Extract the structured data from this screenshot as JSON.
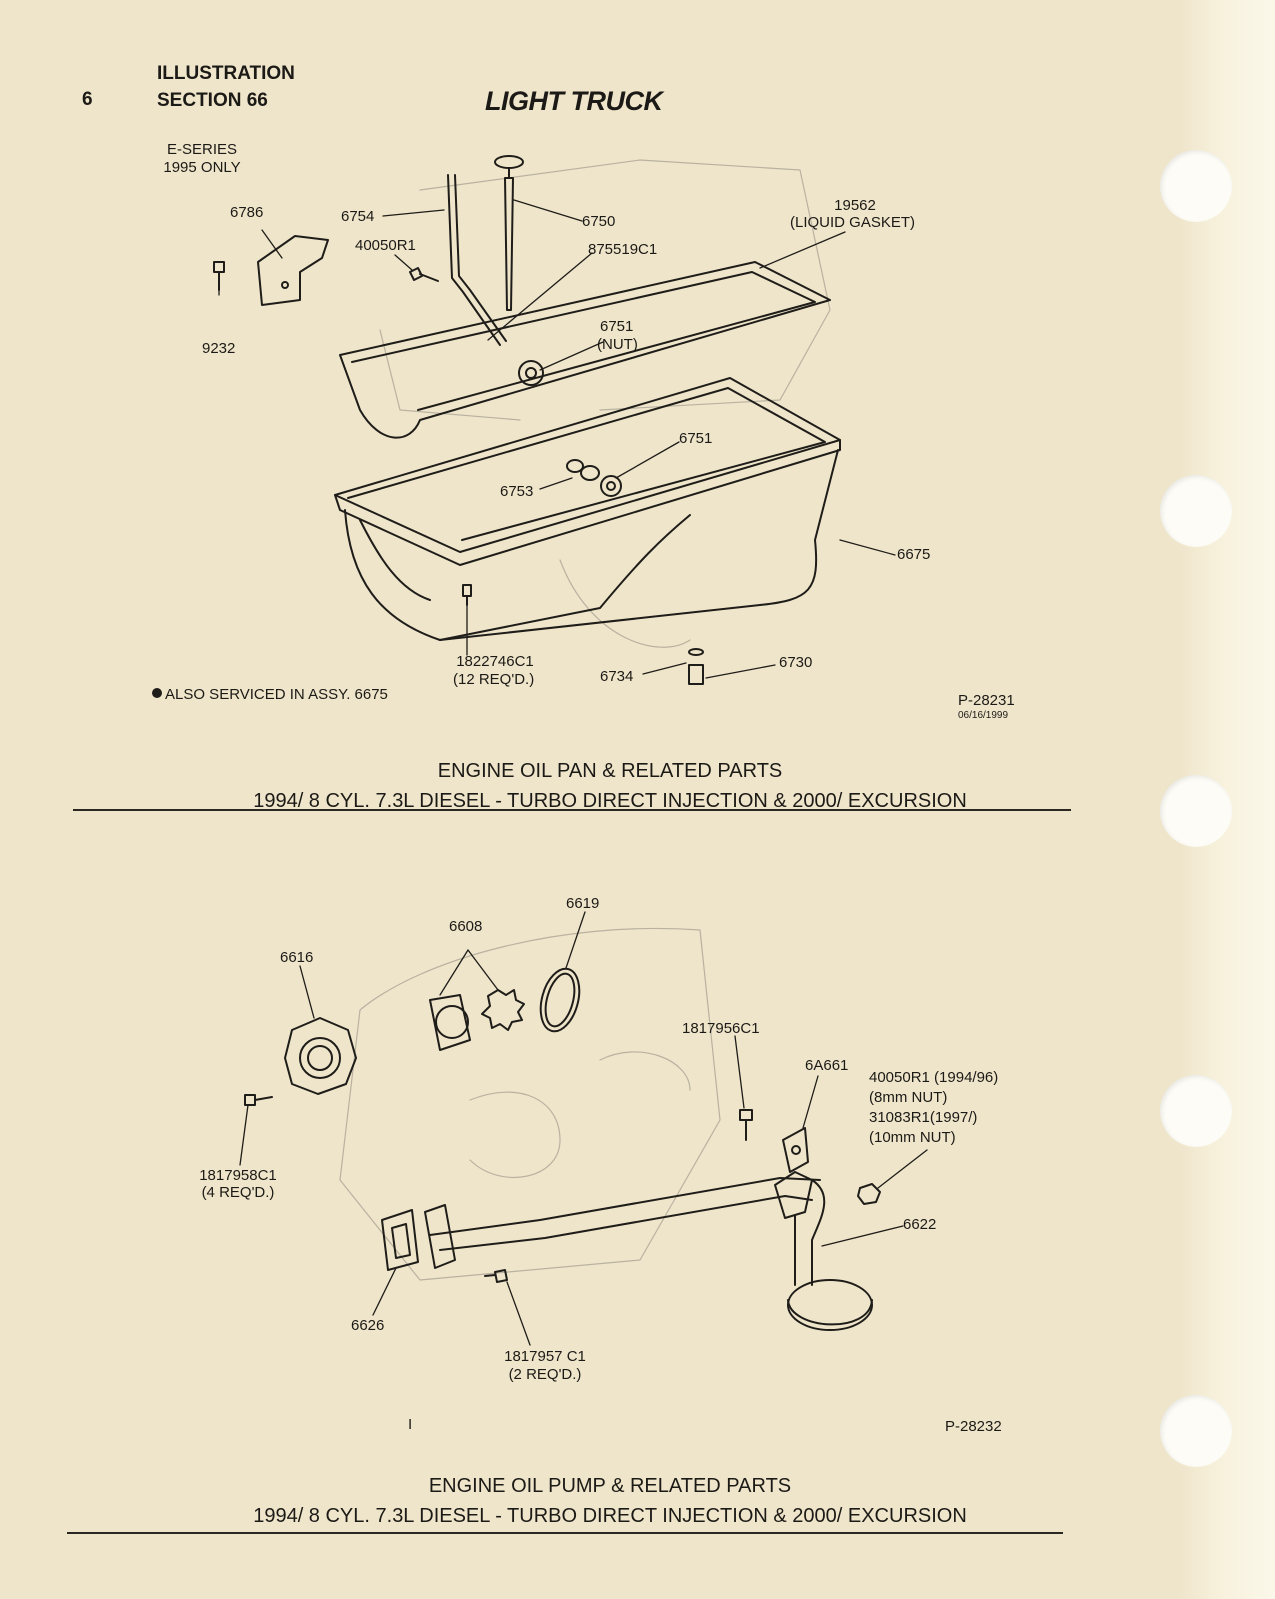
{
  "header": {
    "page_number": "6",
    "illustration_label": "ILLUSTRATION",
    "section_label": "SECTION 66",
    "title": "LIGHT TRUCK"
  },
  "figure1": {
    "labels": {
      "e_series": "E-SERIES",
      "e_series_note": "1995 ONLY",
      "p6786": "6786",
      "p6754": "6754",
      "p40050r1": "40050R1",
      "p6750": "6750",
      "p875519c1": "875519C1",
      "p19562": "19562",
      "p19562_note": "(LIQUID GASKET)",
      "p9232": "9232",
      "p6751a": "6751",
      "p6751a_note": "(NUT)",
      "p6751b": "6751",
      "p6753": "6753",
      "p6675": "6675",
      "p1822746c1": "1822746C1",
      "p1822746c1_note": "(12 REQ'D.)",
      "p6734": "6734",
      "p6730": "6730",
      "also_serviced": "ALSO SERVICED IN ASSY. 6675",
      "figure_id": "P-28231",
      "figure_date": "06/16/1999"
    },
    "caption_line1": "ENGINE OIL PAN & RELATED PARTS",
    "caption_line2": "1994/ 8 CYL. 7.3L DIESEL - TURBO DIRECT INJECTION & 2000/ EXCURSION"
  },
  "figure2": {
    "labels": {
      "p6619": "6619",
      "p6608": "6608",
      "p6616": "6616",
      "p1817956c1": "1817956C1",
      "p6a661": "6A661",
      "p40050r1_line1": "40050R1 (1994/96)",
      "p40050r1_line2": "(8mm NUT)",
      "p31083r1_line1": "31083R1(1997/)",
      "p31083r1_line2": "(10mm NUT)",
      "p1817958c1": "1817958C1",
      "p1817958c1_note": "(4 REQ'D.)",
      "p6622": "6622",
      "p6626": "6626",
      "p1817957c1": "1817957 C1",
      "p1817957c1_note": "(2 REQ'D.)",
      "mark": "I",
      "figure_id": "P-28232"
    },
    "caption_line1": "ENGINE OIL PUMP & RELATED PARTS",
    "caption_line2": "1994/ 8 CYL. 7.3L DIESEL - TURBO DIRECT INJECTION & 2000/ EXCURSION"
  }
}
